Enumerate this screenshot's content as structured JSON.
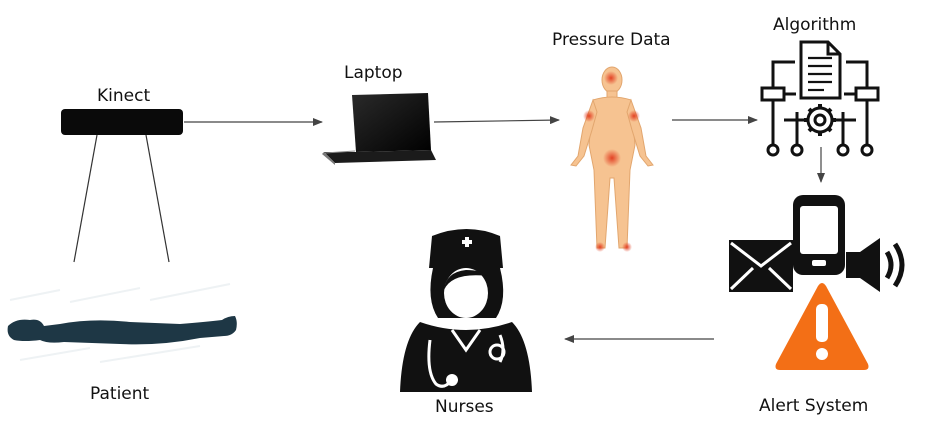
{
  "labels": {
    "kinect": "Kinect",
    "laptop": "Laptop",
    "pressure_data": "Pressure Data",
    "algorithm": "Algorithm",
    "patient": "Patient",
    "nurses": "Nurses",
    "alert_system": "Alert System"
  },
  "colors": {
    "ink": "#111111",
    "arrow": "#444444",
    "skin": "#f6c391",
    "pressure_spot": "#e23b1e",
    "warning": "#f36f16",
    "patient_silhouette": "#1e3745"
  },
  "icons": [
    "kinect-icon",
    "laptop-icon",
    "body-pressure-icon",
    "algorithm-icon",
    "mail-icon",
    "phone-icon",
    "speaker-icon",
    "warning-icon",
    "nurse-icon",
    "patient-silhouette-icon"
  ]
}
